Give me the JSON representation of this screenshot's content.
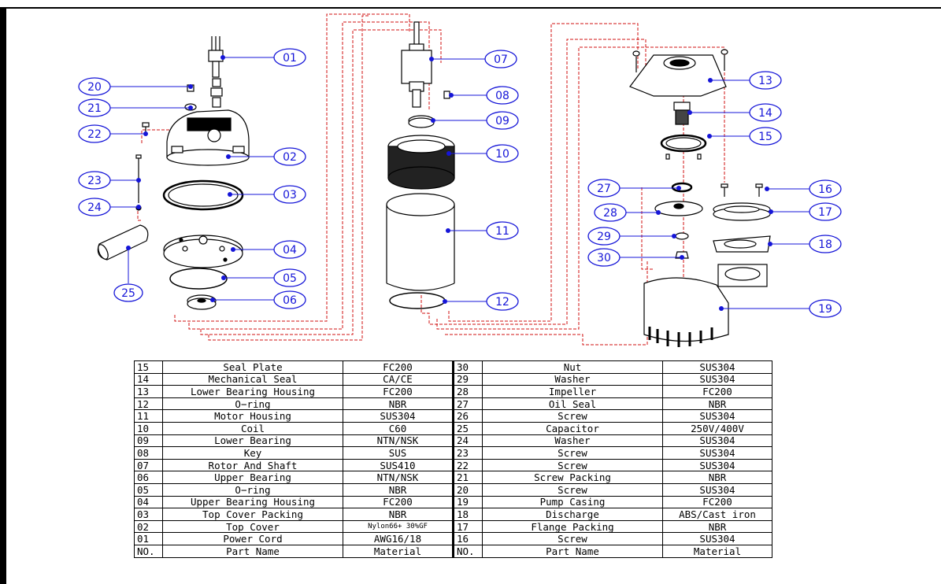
{
  "callouts": [
    "01",
    "02",
    "03",
    "04",
    "05",
    "06",
    "07",
    "08",
    "09",
    "10",
    "11",
    "12",
    "13",
    "14",
    "15",
    "16",
    "17",
    "18",
    "19",
    "20",
    "21",
    "22",
    "23",
    "24",
    "25",
    "27",
    "28",
    "29",
    "30"
  ],
  "table": {
    "header": [
      "NO.",
      "Part Name",
      "Material",
      "NO.",
      "Part Name",
      "Material"
    ],
    "rows": [
      [
        "15",
        "Seal Plate",
        "FC200",
        "30",
        "Nut",
        "SUS304"
      ],
      [
        "14",
        "Mechanical Seal",
        "CA/CE",
        "29",
        "Washer",
        "SUS304"
      ],
      [
        "13",
        "Lower Bearing Housing",
        "FC200",
        "28",
        "Impeller",
        "FC200"
      ],
      [
        "12",
        "O−ring",
        "NBR",
        "27",
        "Oil Seal",
        "NBR"
      ],
      [
        "11",
        "Motor Housing",
        "SUS304",
        "26",
        "Screw",
        "SUS304"
      ],
      [
        "10",
        "Coil",
        "C60",
        "25",
        "Capacitor",
        "250V/400V"
      ],
      [
        "09",
        "Lower Bearing",
        "NTN/NSK",
        "24",
        "Washer",
        "SUS304"
      ],
      [
        "08",
        "Key",
        "SUS",
        "23",
        "Screw",
        "SUS304"
      ],
      [
        "07",
        "Rotor And Shaft",
        "SUS410",
        "22",
        "Screw",
        "SUS304"
      ],
      [
        "06",
        "Upper Bearing",
        "NTN/NSK",
        "21",
        "Screw Packing",
        "NBR"
      ],
      [
        "05",
        "O−ring",
        "NBR",
        "20",
        "Screw",
        "SUS304"
      ],
      [
        "04",
        "Upper Bearing Housing",
        "FC200",
        "19",
        "Pump Casing",
        "FC200"
      ],
      [
        "03",
        "Top Cover Packing",
        "NBR",
        "18",
        "Discharge",
        "ABS/Cast iron"
      ],
      [
        "02",
        "Top Cover",
        "Nylon66+ 30%GF",
        "17",
        "Flange Packing",
        "NBR"
      ],
      [
        "01",
        "Power Cord",
        "AWG16/18",
        "16",
        "Screw",
        "SUS304"
      ]
    ]
  },
  "colors": {
    "leader": "#1515d8",
    "dot": "#1515d8",
    "assembly_line": "#d01010",
    "ink": "#000000"
  }
}
